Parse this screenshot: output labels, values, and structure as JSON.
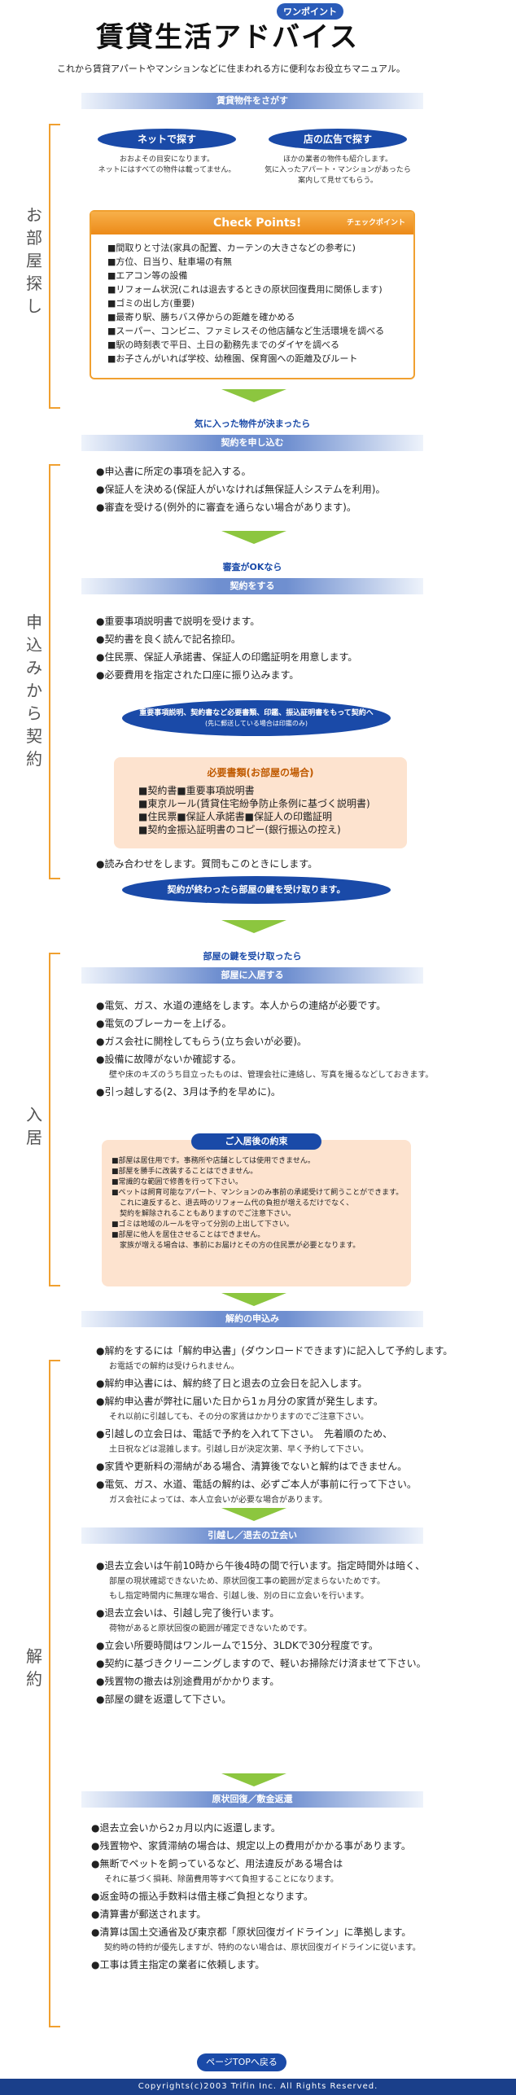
{
  "header": {
    "badge": "ワンポイント",
    "title": "賃貸生活アドバイス",
    "subtitle": "これから賃貸アパートやマンションなどに住まわれる方に便利なお役立ちマニュアル。"
  },
  "sections": {
    "search": "お部屋探し",
    "apply": "申込みから契約",
    "movein": "入居",
    "cancel": "解約"
  },
  "search": {
    "bar": "賃貸物件をさがす",
    "net_oval": "ネットで探す",
    "net_note1": "おおよその目安になります。",
    "net_note2": "ネットにはすべての物件は載ってません。",
    "shop_oval": "店の広告で探す",
    "shop_note1": "ほかの業者の物件も紹介します。",
    "shop_note2": "気に入ったアパート・マンションがあったら",
    "shop_note3": "案内して見せてもらう。",
    "check_title": "Check Points!",
    "check_sub": "チェックポイント",
    "check_items": [
      "■間取りと寸法(家具の配置、カーテンの大きさなどの参考に)",
      "■方位、日当り、駐車場の有無",
      "■エアコン等の設備",
      "■リフォーム状況(これは退去するときの原状回復費用に関係します)",
      "■ゴミの出し方(重要)",
      "■最寄り駅、勝ちバス停からの距離を確かめる",
      "■スーパー、コンビニ、ファミレスその他店舗など生活環境を調べる",
      "■駅の時刻表で平日、土日の勤務先までのダイヤを調べる",
      "■お子さんがいれば学校、幼稚園、保育園への距離及びルート"
    ],
    "flow": "気に入った物件が決まったら"
  },
  "apply": {
    "bar": "契約を申し込む",
    "items": [
      "●申込書に所定の事項を記入する。",
      "●保証人を決める(保証人がいなければ無保証人システムを利用)。",
      "●審査を受ける(例外的に審査を通らない場合があります)。"
    ],
    "flow": "審査がOKなら",
    "bar2": "契約をする",
    "items2": [
      "●重要事項説明書で説明を受けます。",
      "●契約書を良く読んで記名捺印。",
      "●住民票、保証人承諾書、保証人の印鑑証明を用意します。",
      "●必要費用を指定された口座に振り込みます。"
    ],
    "oval1_line1": "重要事項説明、契約書など必要書類、印鑑、振込証明書をもって契約へ",
    "oval1_line2": "(先に郵送している場合は印鑑のみ)",
    "docs_title": "必要書類(お部屋の場合)",
    "docs": [
      "■契約書■重要事項説明書",
      "■東京ルール(賃貸住宅紛争防止条例に基づく説明書)",
      "■住民票■保証人承諾書■保証人の印鑑証明",
      "■契約金振込証明書のコピー(銀行振込の控え)"
    ],
    "read": "●読み合わせをします。質問もこのときにします。",
    "oval2": "契約が終わったら部屋の鍵を受け取ります。"
  },
  "movein": {
    "flow": "部屋の鍵を受け取ったら",
    "bar": "部屋に入居する",
    "items": [
      "●電気、ガス、水道の連絡をします。本人からの連絡が必要です。",
      "●電気のブレーカーを上げる。",
      "●ガス会社に開栓してもらう(立ち会いが必要)。",
      "●設備に故障がないか確認する。",
      "壁や床のキズのうち目立ったものは、管理会社に連絡し、写真を撮るなどしておきます。",
      "●引っ越しする(2、3月は予約を早めに)。"
    ],
    "rules_title": "ご入居後の約束",
    "rules": [
      "■部屋は居住用です。事務所や店舗としては使用できません。",
      "■部屋を勝手に改装することはできません。",
      "■常識的な範囲で修善を行って下さい。",
      "■ペットは飼育可能なアパート、マンションのみ事前の承諾受けて飼うことができます。",
      "これに違反すると、退去時のリフォーム代の負担が増えるだけでなく、",
      "契約を解除されることもありますのでご注意下さい。",
      "■ゴミは地域のルールを守って分別の上出して下さい。",
      "■部屋に他人を居住させることはできません。",
      "家族が増える場合は、事前にお届けとその方の住民票が必要となります。"
    ]
  },
  "cancel": {
    "bar": "解約の申込み",
    "items": [
      "●解約をするには「解約申込書」(ダウンロードできます)に記入して予約します。",
      "お電話での解約は受けられません。",
      "●解約申込書には、解約終了日と退去の立会日を記入します。",
      "●解約申込書が弊社に届いた日から1ヵ月分の家賃が発生します。",
      "それ以前に引越しても、その分の家賃はかかりますのでご注意下さい。",
      "●引越しの立会日は、電話で予約を入れて下さい。　先着順のため、",
      "土日祝などは混雑します。引越し日が決定次第、早く予約して下さい。",
      "●家賃や更新料の滞納がある場合、清算後でないと解約はできません。",
      "●電気、ガス、水道、電話の解約は、必ずご本人が事前に行って下さい。",
      "ガス会社によっては、本人立会いが必要な場合があります。"
    ],
    "bar2": "引越し／退去の立会い",
    "items2": [
      "●退去立会いは午前10時から午後4時の間で行います。指定時間外は暗く、",
      "部屋の現状確認できないため、原状回復工事の範囲が定まらないためです。",
      "もし指定時間内に無理な場合、引越し後、別の日に立会いを行います。",
      "●退去立会いは、引越し完了後行います。",
      "荷物があると原状回復の範囲が確定できないためです。",
      "●立会い所要時間はワンルームで15分、3LDKで30分程度です。",
      "●契約に基づきクリーニングしますので、軽いお掃除だけ済ませて下さい。",
      "●残置物の撤去は別途費用がかかります。",
      "●部屋の鍵を返還して下さい。"
    ],
    "bar3": "原状回復／敷金返還",
    "items3": [
      "●退去立会いから2ヵ月以内に返還します。",
      "●残置物や、家賃滞納の場合は、規定以上の費用がかかる事があります。",
      "●無断でペットを飼っているなど、用法違反がある場合は",
      "それに基づく損耗、除菌費用等すべて負担することになります。",
      "●返金時の振込手数料は借主様ご負担となります。",
      "●清算書が郵送されます。",
      "●清算は国土交通省及び東京都「原状回復ガイドライン」に準拠します。",
      "契約時の特約が優先しますが、特約のない場合は、原状回復ガイドラインに従います。",
      "●工事は賃主指定の業者に依頼します。"
    ]
  },
  "footer": {
    "top_link": "ページTOPへ戻る",
    "copyright": "Copyrights(c)2003 Trifin Inc. All Rights Reserved."
  }
}
